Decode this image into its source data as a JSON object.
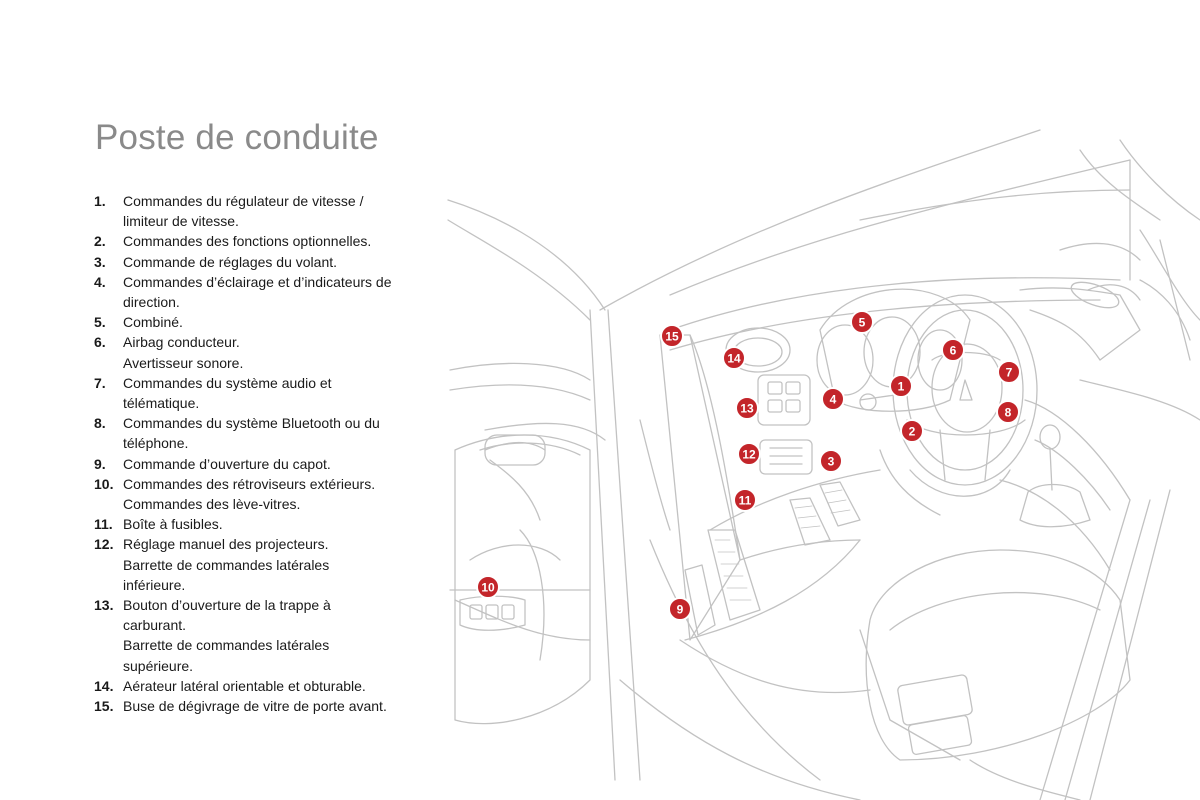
{
  "page": {
    "title": "Poste de conduite"
  },
  "legend": [
    {
      "number": "1.",
      "lines": [
        "Commandes du régulateur de vitesse /",
        "limiteur de vitesse."
      ]
    },
    {
      "number": "2.",
      "lines": [
        "Commandes des fonctions optionnelles."
      ]
    },
    {
      "number": "3.",
      "lines": [
        "Commande de réglages du volant."
      ]
    },
    {
      "number": "4.",
      "lines": [
        "Commandes d’éclairage et d’indicateurs de",
        "direction."
      ]
    },
    {
      "number": "5.",
      "lines": [
        "Combiné."
      ]
    },
    {
      "number": "6.",
      "lines": [
        "Airbag conducteur.",
        "Avertisseur sonore."
      ]
    },
    {
      "number": "7.",
      "lines": [
        "Commandes du système audio et",
        "télématique."
      ]
    },
    {
      "number": "8.",
      "lines": [
        "Commandes du système Bluetooth ou du",
        "téléphone."
      ]
    },
    {
      "number": "9.",
      "lines": [
        "Commande d’ouverture du capot."
      ]
    },
    {
      "number": "10.",
      "lines": [
        "Commandes des rétroviseurs extérieurs.",
        "Commandes des lève-vitres."
      ]
    },
    {
      "number": "11.",
      "lines": [
        "Boîte à fusibles."
      ]
    },
    {
      "number": "12.",
      "lines": [
        "Réglage manuel des projecteurs.",
        "Barrette de commandes latérales",
        "inférieure."
      ]
    },
    {
      "number": "13.",
      "lines": [
        "Bouton d’ouverture de la trappe à",
        "carburant.",
        "Barrette de commandes latérales",
        "supérieure."
      ]
    },
    {
      "number": "14.",
      "lines": [
        "Aérateur latéral orientable et obturable."
      ]
    },
    {
      "number": "15.",
      "lines": [
        "Buse de dégivrage de vitre de porte avant."
      ]
    }
  ],
  "diagram": {
    "callouts": [
      "1",
      "2",
      "3",
      "4",
      "5",
      "6",
      "7",
      "8",
      "9",
      "10",
      "11",
      "12",
      "13",
      "14",
      "15"
    ],
    "colors": {
      "callout": "#c3252a",
      "linework": "#b9b9b9"
    }
  }
}
